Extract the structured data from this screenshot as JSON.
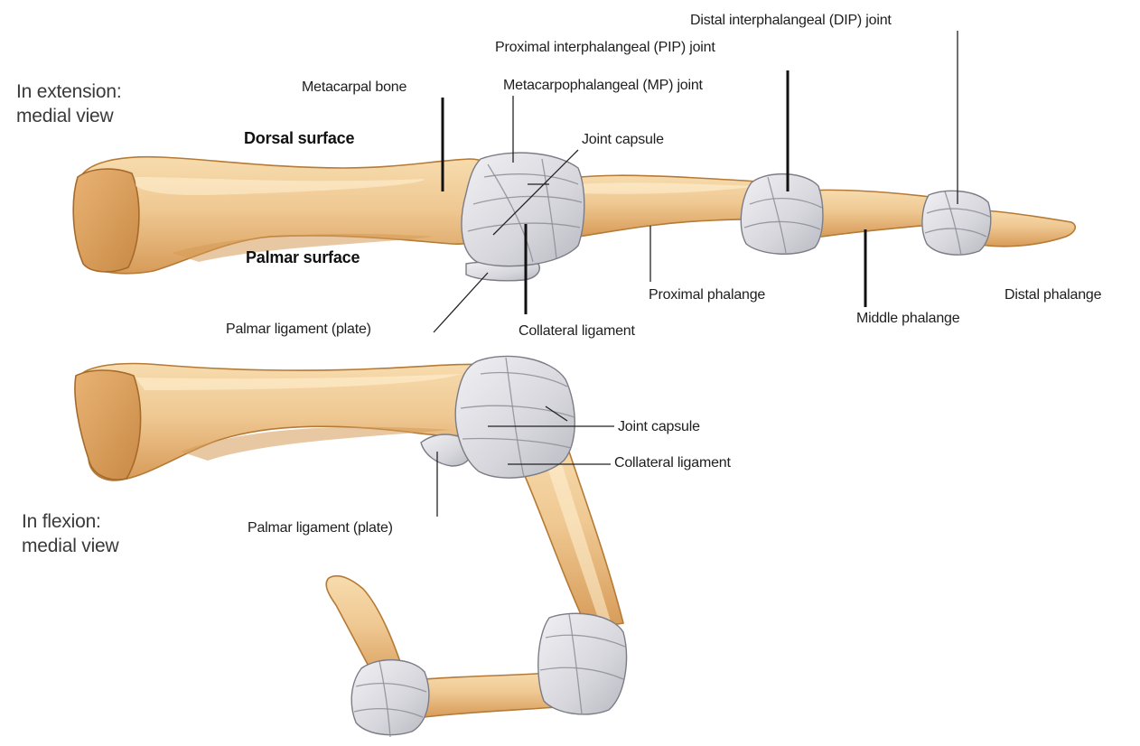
{
  "views": {
    "extension": [
      "In extension:",
      "medial view"
    ],
    "flexion": [
      "In flexion:",
      "medial view"
    ]
  },
  "surfaces": {
    "dorsal": "Dorsal surface",
    "palmar": "Palmar surface"
  },
  "labels_extension": {
    "dip_joint": "Distal interphalangeal (DIP) joint",
    "pip_joint": "Proximal interphalangeal (PIP) joint",
    "mp_joint": "Metacarpophalangeal (MP) joint",
    "metacarpal_bone": "Metacarpal bone",
    "joint_capsule": "Joint capsule",
    "proximal_phalange": "Proximal phalange",
    "distal_phalange": "Distal phalange",
    "middle_phalange": "Middle phalange",
    "palmar_ligament": "Palmar ligament (plate)",
    "collateral_ligament": "Collateral ligament"
  },
  "labels_flexion": {
    "joint_capsule": "Joint capsule",
    "collateral_ligament": "Collateral ligament",
    "palmar_ligament": "Palmar ligament (plate)"
  },
  "colors": {
    "bone": "#ecc58e",
    "bone_shadow": "#c98b45",
    "capsule": "#d8d8de",
    "leader": "#111111"
  }
}
